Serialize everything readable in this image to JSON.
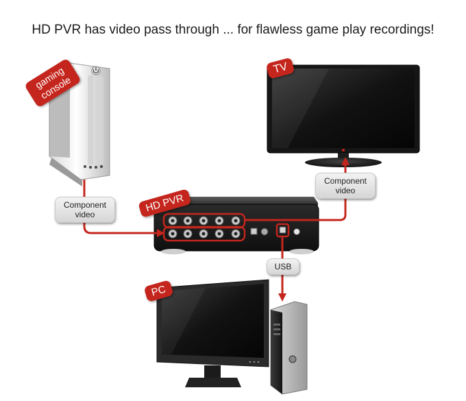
{
  "title": "HD PVR has video pass through ... for flawless game play recordings!",
  "devices": {
    "console_label": "gaming console",
    "tv_label": "TV",
    "hdpvr_label": "HD PVR",
    "pc_label": "PC"
  },
  "connections": {
    "console_to_hdpvr": "Component video",
    "hdpvr_to_tv": "Component video",
    "hdpvr_to_pc": "USB"
  },
  "colors": {
    "accent": "#c4261d",
    "cable": "#c4261d",
    "device_dark": "#1a1a1a"
  }
}
